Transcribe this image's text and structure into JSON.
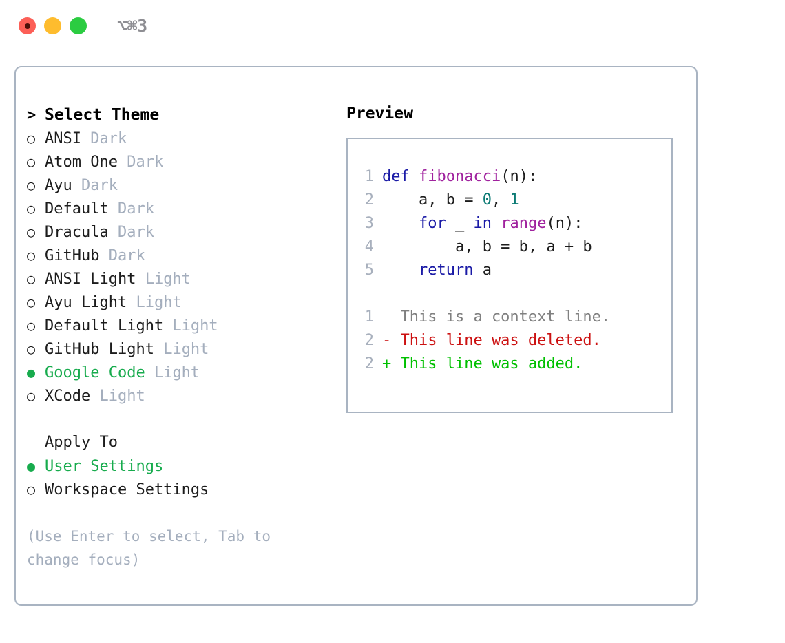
{
  "window": {
    "shortcut": "⌥⌘3",
    "buttons": [
      {
        "name": "close",
        "color": "#fc5f57"
      },
      {
        "name": "minimize",
        "color": "#febc2e"
      },
      {
        "name": "maximize",
        "color": "#2bcc41"
      }
    ]
  },
  "theme_picker": {
    "heading": "Select Theme",
    "heading_marker": ">",
    "marker_selected": "●",
    "marker_unselected": "○",
    "selected_color": "#17ab4d",
    "variant_color": "#a4aebd",
    "items": [
      {
        "marker": "○",
        "name": "ANSI",
        "variant": "Dark",
        "selected": false
      },
      {
        "marker": "○",
        "name": "Atom One",
        "variant": "Dark",
        "selected": false
      },
      {
        "marker": "○",
        "name": "Ayu",
        "variant": "Dark",
        "selected": false
      },
      {
        "marker": "○",
        "name": "Default",
        "variant": "Dark",
        "selected": false
      },
      {
        "marker": "○",
        "name": "Dracula",
        "variant": "Dark",
        "selected": false
      },
      {
        "marker": "○",
        "name": "GitHub",
        "variant": "Dark",
        "selected": false
      },
      {
        "marker": "○",
        "name": "ANSI Light",
        "variant": "Light",
        "selected": false
      },
      {
        "marker": "○",
        "name": "Ayu Light",
        "variant": "Light",
        "selected": false
      },
      {
        "marker": "○",
        "name": "Default Light",
        "variant": "Light",
        "selected": false
      },
      {
        "marker": "○",
        "name": "GitHub Light",
        "variant": "Light",
        "selected": false
      },
      {
        "marker": "●",
        "name": "Google Code",
        "variant": "Light",
        "selected": true
      },
      {
        "marker": "○",
        "name": "XCode",
        "variant": "Light",
        "selected": false
      }
    ]
  },
  "apply_to": {
    "heading": "Apply To",
    "items": [
      {
        "marker": "●",
        "label": "User Settings",
        "selected": true
      },
      {
        "marker": "○",
        "label": "Workspace Settings",
        "selected": false
      }
    ]
  },
  "hint": "(Use Enter to select, Tab to change focus)",
  "preview": {
    "label": "Preview",
    "code_lines": [
      {
        "lnum": "1",
        "tokens": [
          {
            "t": "def ",
            "c": "kw"
          },
          {
            "t": "fibonacci",
            "c": "fn"
          },
          {
            "t": "(n):",
            "c": "plain"
          }
        ]
      },
      {
        "lnum": "2",
        "tokens": [
          {
            "t": "    a, b = ",
            "c": "plain"
          },
          {
            "t": "0",
            "c": "num"
          },
          {
            "t": ", ",
            "c": "plain"
          },
          {
            "t": "1",
            "c": "num"
          }
        ]
      },
      {
        "lnum": "3",
        "tokens": [
          {
            "t": "    ",
            "c": "plain"
          },
          {
            "t": "for",
            "c": "kw"
          },
          {
            "t": " _ ",
            "c": "plain"
          },
          {
            "t": "in",
            "c": "kw"
          },
          {
            "t": " ",
            "c": "plain"
          },
          {
            "t": "range",
            "c": "fn"
          },
          {
            "t": "(n):",
            "c": "plain"
          }
        ]
      },
      {
        "lnum": "4",
        "tokens": [
          {
            "t": "        a, b = b, a + b",
            "c": "plain"
          }
        ]
      },
      {
        "lnum": "5",
        "tokens": [
          {
            "t": "    ",
            "c": "plain"
          },
          {
            "t": "return",
            "c": "kw"
          },
          {
            "t": " a",
            "c": "plain"
          }
        ]
      }
    ],
    "diff_lines": [
      {
        "lnum": "1",
        "tokens": [
          {
            "t": "  This is a context line.",
            "c": "ctx"
          }
        ]
      },
      {
        "lnum": "2",
        "tokens": [
          {
            "t": "- This line was deleted.",
            "c": "del"
          }
        ]
      },
      {
        "lnum": "2",
        "tokens": [
          {
            "t": "+ This line was added.",
            "c": "add"
          }
        ]
      }
    ]
  }
}
